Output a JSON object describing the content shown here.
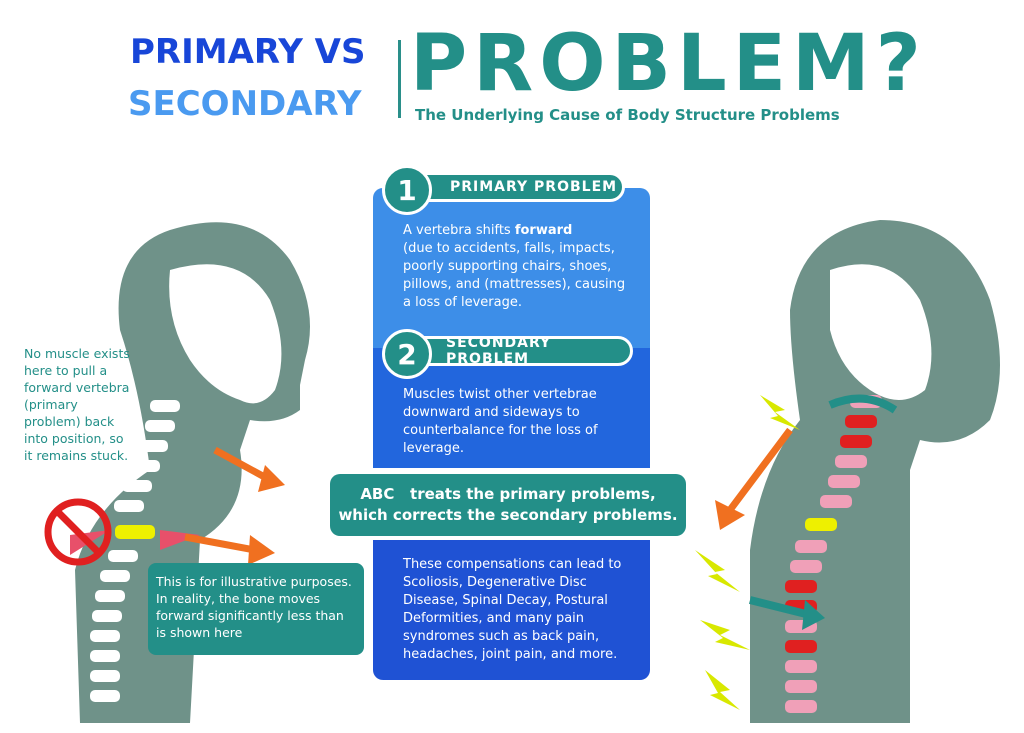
{
  "header": {
    "line1": "PRIMARY VS",
    "line2": "SECONDARY",
    "big": "PROBLEM?",
    "subtitle": "The Underlying Cause of Body Structure Problems"
  },
  "primary": {
    "number": "1",
    "label": "PRIMARY PROBLEM",
    "text_pre": "A vertebra shifts ",
    "text_bold": "forward",
    "text_post": "(due to accidents, falls, impacts, poorly supporting chairs, shoes, pillows, and (mattresses), causing a loss of leverage."
  },
  "secondary": {
    "number": "2",
    "label": "SECONDARY PROBLEM",
    "text": "Muscles twist other vertebrae downward and sideways to counterbalance for the loss of leverage."
  },
  "treatment": {
    "line1": "ABC   treats the primary problems,",
    "line2": "which corrects the secondary problems."
  },
  "consequences": "These compensations can lead to Scoliosis, Degenerative Disc Disease, Spinal Decay, Postural Deformities, and many pain syndromes such as back pain, headaches, joint pain, and more.",
  "left_note": "No muscle exists here to pull a forward vertebra (primary problem) back into position, so it remains stuck.",
  "callout": "This is for illustrative purposes. In reality, the bone moves forward significantly less than is shown here",
  "colors": {
    "teal": "#238f88",
    "blue_dark": "#1846d8",
    "blue_light": "#4a9af0",
    "silhouette": "#6f9289"
  }
}
